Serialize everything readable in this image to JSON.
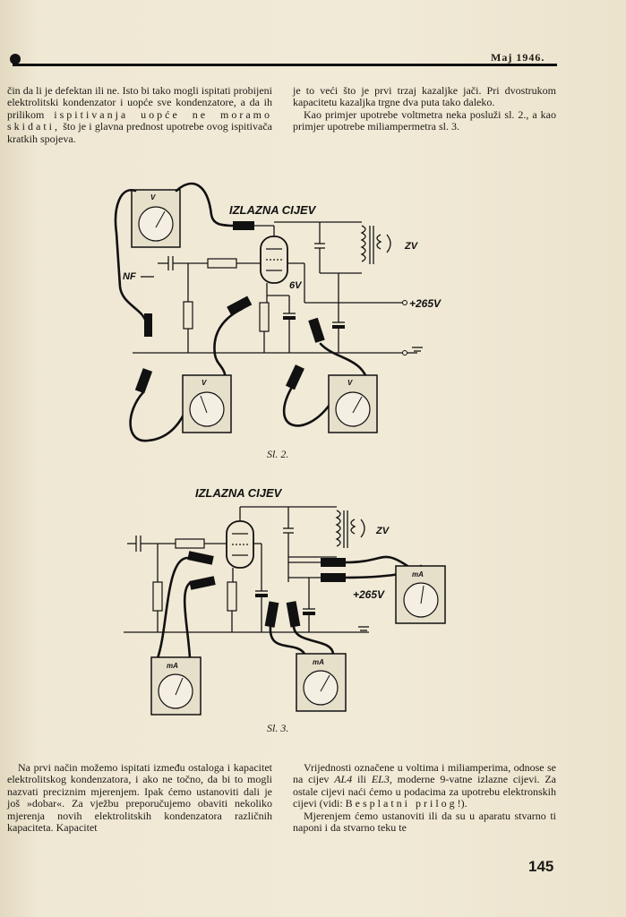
{
  "header": {
    "date": "Maj 1946."
  },
  "top_left": {
    "text": "čin da li je defektan ili ne. Isto bi tako mogli ispitati probijeni elektrolitski kondenzator i uopće sve kondenzatore, a da ih prilikom",
    "spaced": "ispitivanja uopće ne moramo skidati,",
    "text2": " što je i glavna prednost upotrebe ovog ispitivača kratkih spojeva."
  },
  "top_right": {
    "p1": "je to veći što je prvi trzaj kazaljke jači. Pri dvostrukom kapacitetu kazaljka trgne dva puta tako daleko.",
    "p2": "Kao primjer upotrebe voltmetra neka posluži sl. 2., a kao primjer upotrebe miliampermetra sl. 3."
  },
  "figure2": {
    "tube_label": "IZLAZNA CIJEV",
    "nf_label": "NF",
    "tube_voltage": "6V",
    "supply": "+265V",
    "speaker": "ZV",
    "meter_unit": "V",
    "caption": "Sl. 2."
  },
  "figure3": {
    "tube_label": "IZLAZNA CIJEV",
    "supply": "+265V",
    "speaker": "ZV",
    "meter_unit": "mA",
    "caption": "Sl. 3."
  },
  "bottom_left": {
    "p1": "Na prvi način možemo ispitati između ostaloga i kapacitet elektrolitskog kondenzatora, i ako ne točno, da bi to mogli nazvati preciznim mjerenjem. Ipak ćemo ustanoviti dali je još »dobar«. Za vježbu preporučujemo obaviti nekoliko mjerenja novih elektrolitskih kondenzatora različnih kapaciteta. Kapacitet"
  },
  "bottom_right": {
    "p1a": "Vrijednosti označene u voltima i miliamperima, odnose se na cijev ",
    "tube1": "AL4",
    "p1b": " ili ",
    "tube2": "EL3",
    "p1c": ", moderne 9-vatne izlazne cijevi. Za ostale cijevi naći ćemo u podacima za upotrebu elektronskih cijevi (vidi: ",
    "spaced": "Besplatni prilog",
    "p1d": "!).",
    "p2": "Mjerenjem ćemo ustanoviti ili da su u aparatu stvarno ti naponi i da stvarno teku te"
  },
  "page_number": "145"
}
